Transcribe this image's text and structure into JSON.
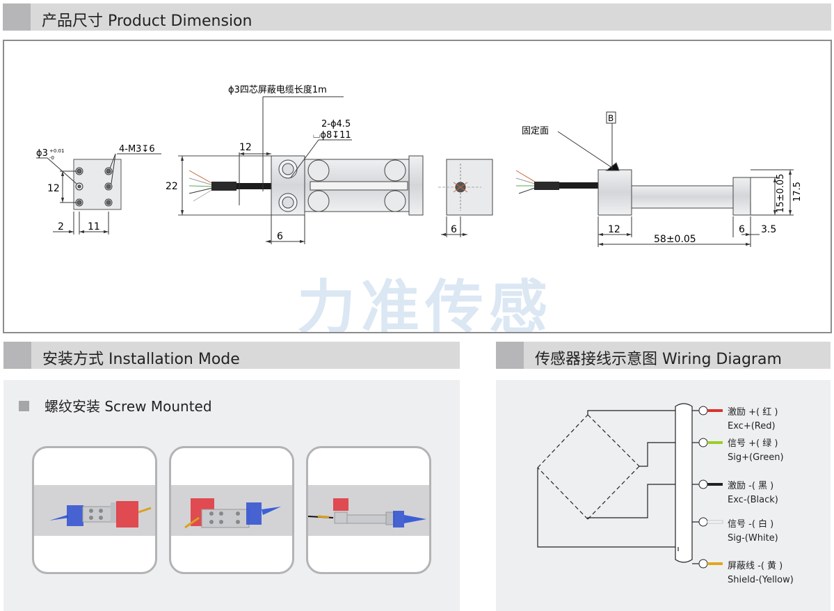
{
  "sections": {
    "dimension_title": "产品尺寸 Product Dimension",
    "installation_title": "安装方式 Installation Mode",
    "wiring_title": "传感器接线示意图  Wiring Diagram"
  },
  "installation": {
    "subtitle": "螺纹安装 Screw Mounted"
  },
  "dimension": {
    "cable_note": "ϕ3四芯屏蔽电缆长度1m",
    "holes_note": "2-ϕ4.5",
    "counterbore_note": "⌴ϕ8↧11",
    "thread_note": "4-M3↧6",
    "pin_dia": "ϕ3",
    "pin_tol_upper": "+0.01",
    "pin_tol_lower": "-0",
    "dim_12_left": "12",
    "dim_2": "2",
    "dim_11": "11",
    "dim_22": "22",
    "dim_12_top": "12",
    "dim_6_front": "6",
    "dim_6_end": "6",
    "fixed_face": "固定面",
    "datum": "B",
    "dim_12_side": "12",
    "dim_58": "58±0.05",
    "dim_6_side": "6",
    "dim_3_5": "3.5",
    "dim_15": "15±0.05",
    "dim_17_5": "17.5",
    "watermark": "力准传感"
  },
  "wiring": {
    "wires": [
      {
        "cn": "激励 +( 红 )",
        "en": "Exc+(Red)",
        "color": "#d8342c"
      },
      {
        "cn": "信号 +( 绿 )",
        "en": "Sig+(Green)",
        "color": "#9ccd2a"
      },
      {
        "cn": "激励 -( 黑 )",
        "en": "Exc-(Black)",
        "color": "#222222"
      },
      {
        "cn": "信号 -( 白 )",
        "en": "Sig-(White)",
        "color": "#f4f4f4"
      },
      {
        "cn": "屏蔽线 -( 黄 )",
        "en": "Shield-(Yellow)",
        "color": "#e0a820"
      }
    ]
  },
  "colors": {
    "header_bg": "#d9d9da",
    "header_tab": "#b6b6b8",
    "panel_bg": "#eeeff1",
    "watermark": "#dbe7f3"
  }
}
